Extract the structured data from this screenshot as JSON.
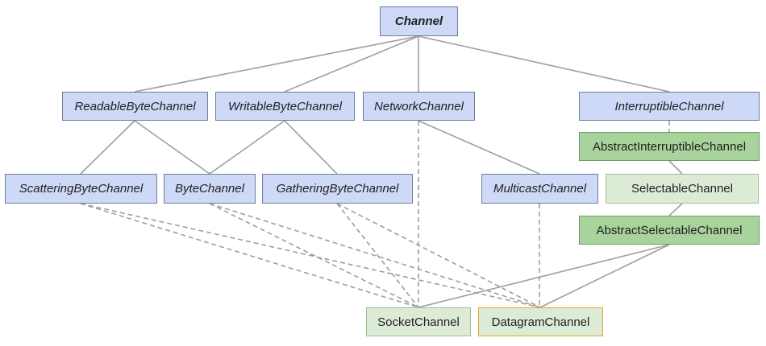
{
  "nodes": {
    "channel": "Channel",
    "readable_byte_channel": "ReadableByteChannel",
    "writable_byte_channel": "WritableByteChannel",
    "network_channel": "NetworkChannel",
    "interruptible_channel": "InterruptibleChannel",
    "abstract_interruptible_channel": "AbstractInterruptibleChannel",
    "scattering_byte_channel": "ScatteringByteChannel",
    "byte_channel": "ByteChannel",
    "gathering_byte_channel": "GatheringByteChannel",
    "multicast_channel": "MulticastChannel",
    "selectable_channel": "SelectableChannel",
    "abstract_selectable_channel": "AbstractSelectableChannel",
    "socket_channel": "SocketChannel",
    "datagram_channel": "DatagramChannel"
  },
  "colors": {
    "interface_fill": "#cdd9f7",
    "abstract_fill": "#a9d39c",
    "concrete_fill": "#dcebd6",
    "highlight_border": "#e8a530",
    "edge": "#9e9e9e"
  }
}
